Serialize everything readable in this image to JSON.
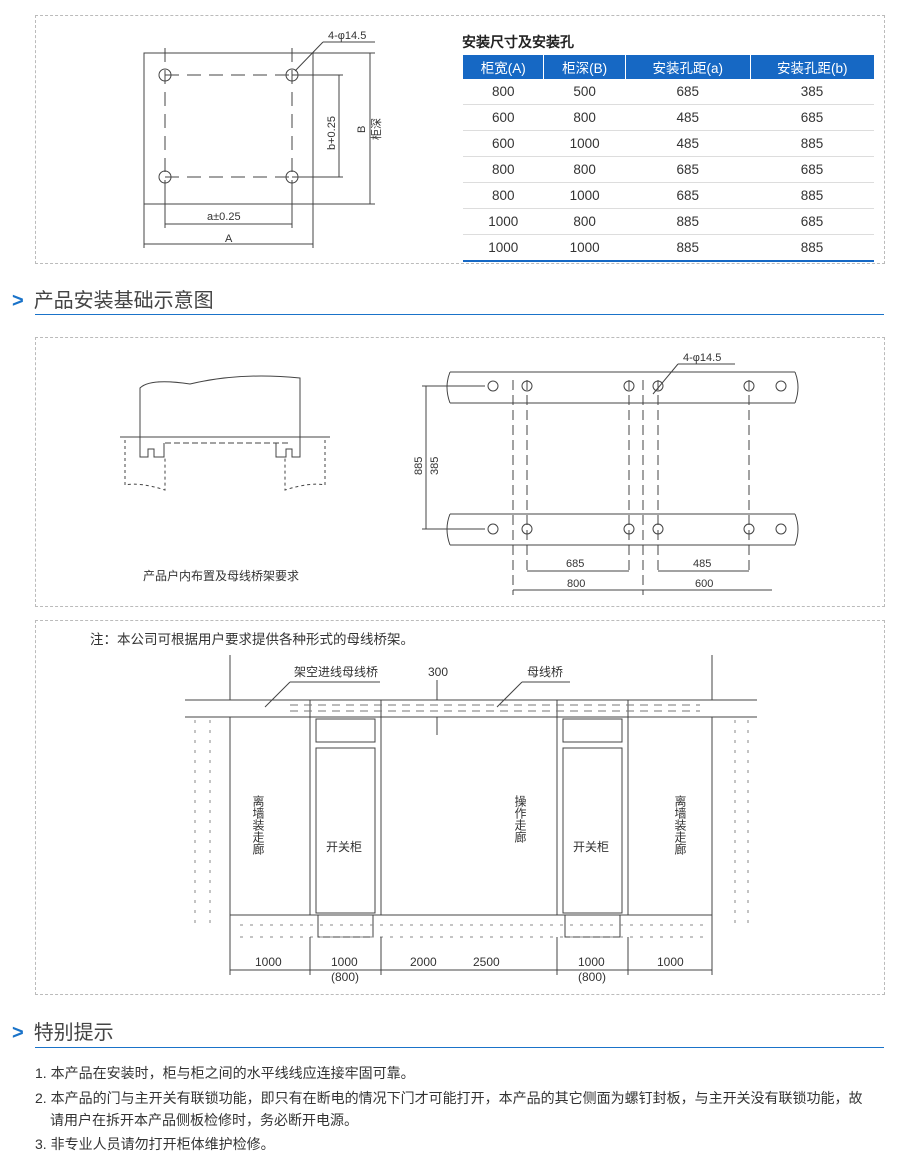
{
  "install": {
    "caption": "安装尺寸及安装孔",
    "labels": {
      "holes": "4-φ14.5",
      "b_tol": "b+0.25",
      "B": "B",
      "depth": "柜深",
      "a_tol": "a±0.25",
      "A": "A"
    },
    "headers": [
      "柜宽(A)",
      "柜深(B)",
      "安装孔距(a)",
      "安装孔距(b)"
    ],
    "rows": [
      [
        "800",
        "500",
        "685",
        "385"
      ],
      [
        "600",
        "800",
        "485",
        "685"
      ],
      [
        "600",
        "1000",
        "485",
        "885"
      ],
      [
        "800",
        "800",
        "685",
        "685"
      ],
      [
        "800",
        "1000",
        "685",
        "885"
      ],
      [
        "1000",
        "800",
        "885",
        "685"
      ],
      [
        "1000",
        "1000",
        "885",
        "885"
      ]
    ]
  },
  "section1": {
    "chevron": ">",
    "title": "产品安装基础示意图"
  },
  "foundation": {
    "caption": "产品户内布置及母线桥架要求",
    "holes": "4-φ14.5",
    "dim_885": "885",
    "dim_385": "385",
    "dim_685": "685",
    "dim_800": "800",
    "dim_485": "485",
    "dim_600": "600"
  },
  "layout": {
    "note": "注：本公司可根据用户要求提供各种形式的母线桥架。",
    "overhead": "架空进线母线桥",
    "dim_300": "300",
    "busbar": "母线桥",
    "wall_corridor": "离墙装走廊",
    "switchgear": "开关柜",
    "op_corridor": "操作走廊",
    "dims": [
      "1000",
      "1000",
      "(800)",
      "2000",
      "2500",
      "1000",
      "(800)",
      "1000"
    ]
  },
  "section2": {
    "chevron": ">",
    "title": "特别提示"
  },
  "notes": [
    "1. 本产品在安装时，柜与柜之间的水平线线应连接牢固可靠。",
    "2. 本产品的门与主开关有联锁功能，即只有在断电的情况下门才可能打开，本产品的其它侧面为螺钉封板，与主开关没有联锁功能，故",
    "请用户在拆开本产品侧板检修时，务必断开电源。",
    "3. 非专业人员请勿打开柜体维护检修。"
  ]
}
